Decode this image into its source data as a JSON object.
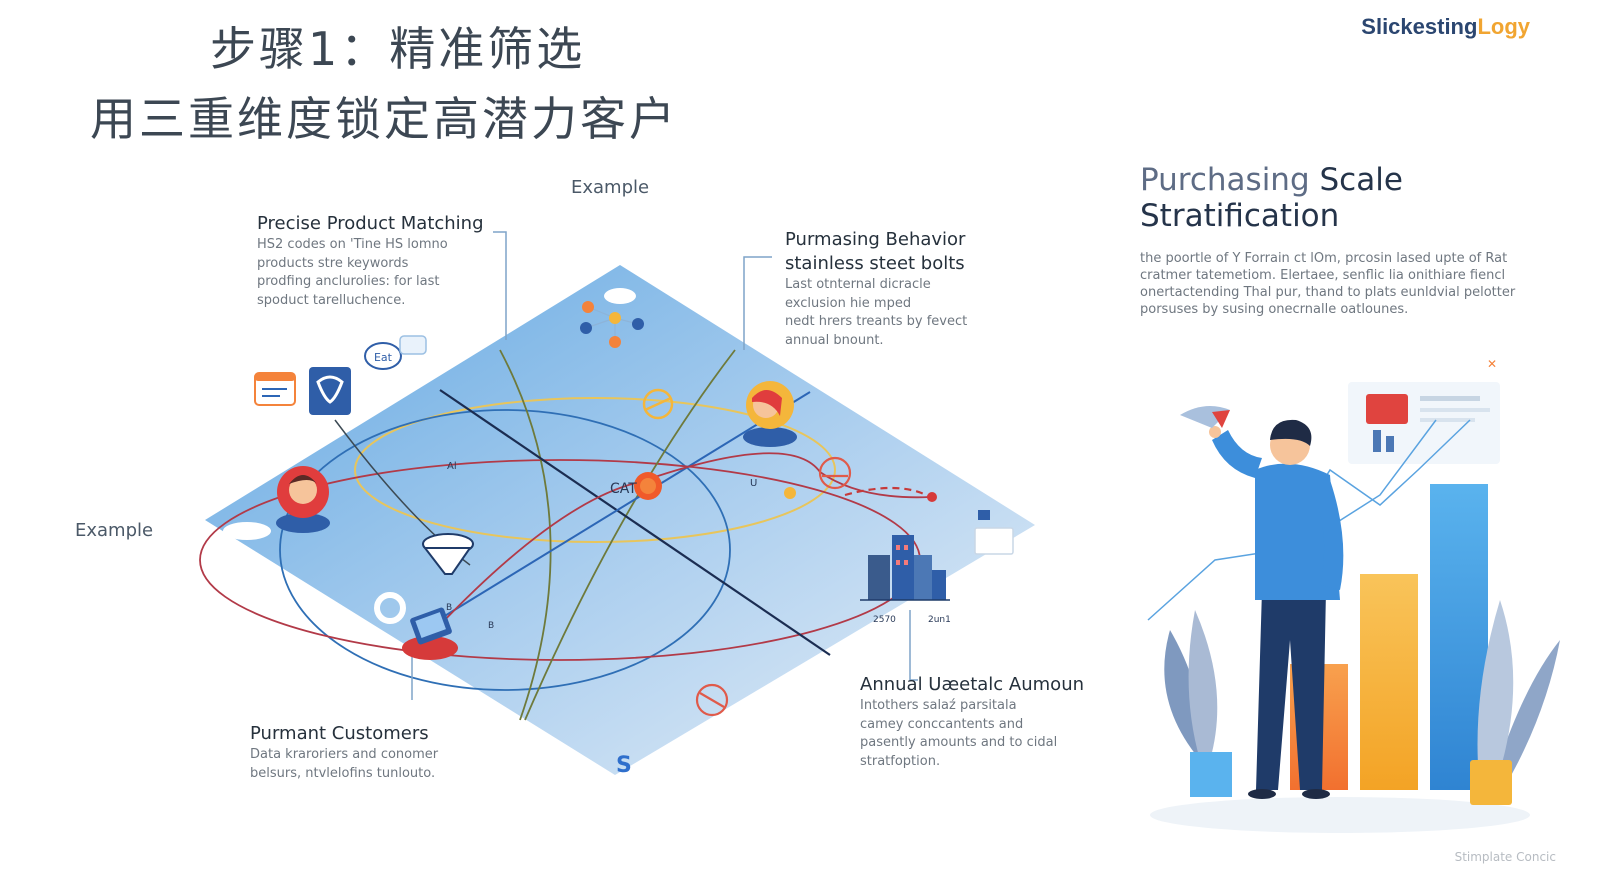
{
  "title": {
    "line1": "步骤1：精准筛选",
    "line2": "用三重维度锁定高潜力客户"
  },
  "logo": {
    "part1": "Slickesting",
    "part2": "Logy"
  },
  "labels": {
    "example_top": "Example",
    "example_left": "Example"
  },
  "blocks": {
    "product_matching": {
      "heading": "Precise Product Matching",
      "lines": [
        "HS2 codes on 'Tine HS lomno",
        "products stre keywords",
        "prodfing anclurolies: for last",
        "spoduct tarelluchence."
      ]
    },
    "purchasing_behavior": {
      "heading1": "Purmasing Behavior",
      "heading2": "stainless steet bolts",
      "lines": [
        "Last otnternal dicracle",
        "exclusion hie mped",
        "nedt hrers treants by fevect",
        "annual bnount."
      ]
    },
    "annual_amount": {
      "heading": "Annual Uæetalc Aumoun",
      "lines": [
        "Intothers salaź parsitala",
        "camey conccantents and",
        "pasently amounts and to cidal",
        "stratfoption."
      ]
    },
    "customers": {
      "heading": "Purmant Customers",
      "lines": [
        "Data kraroriers and conomer",
        "belsurs, ntvlelofins tunlouto."
      ]
    }
  },
  "right": {
    "heading_p1": "Purchasing",
    "heading_p2": "Scale",
    "heading_p3": "Stratification",
    "body_lines": [
      "the poortle of Y Forrain ct lOm, prcosin lased upte of Rat",
      "cratmer tatemetiom. Elertaee, senflic lia onithiare fiencl",
      "onertactending Thal pur, thand to plats eunldvial pelotter",
      "porsuses by susing onecrnalle oatlounes."
    ]
  },
  "map_labels": {
    "cat": "CAT",
    "s": "S",
    "al": "Al",
    "u": "U",
    "b1": "B",
    "b2": "B",
    "chat": "Eat",
    "y1": "2570",
    "y2": "2un1"
  },
  "footer": "Stimplate Concic",
  "colors": {
    "accent_orange": "#f4833b",
    "accent_yellow": "#f4b63b",
    "blue_main": "#3d8edb",
    "navy": "#1f3b69",
    "red_line": "#b23a48"
  },
  "chart_data": {
    "type": "bar",
    "categories": [],
    "values": [
      0.35,
      0.6,
      0.85
    ],
    "title": "",
    "xlabel": "",
    "ylabel": ""
  }
}
